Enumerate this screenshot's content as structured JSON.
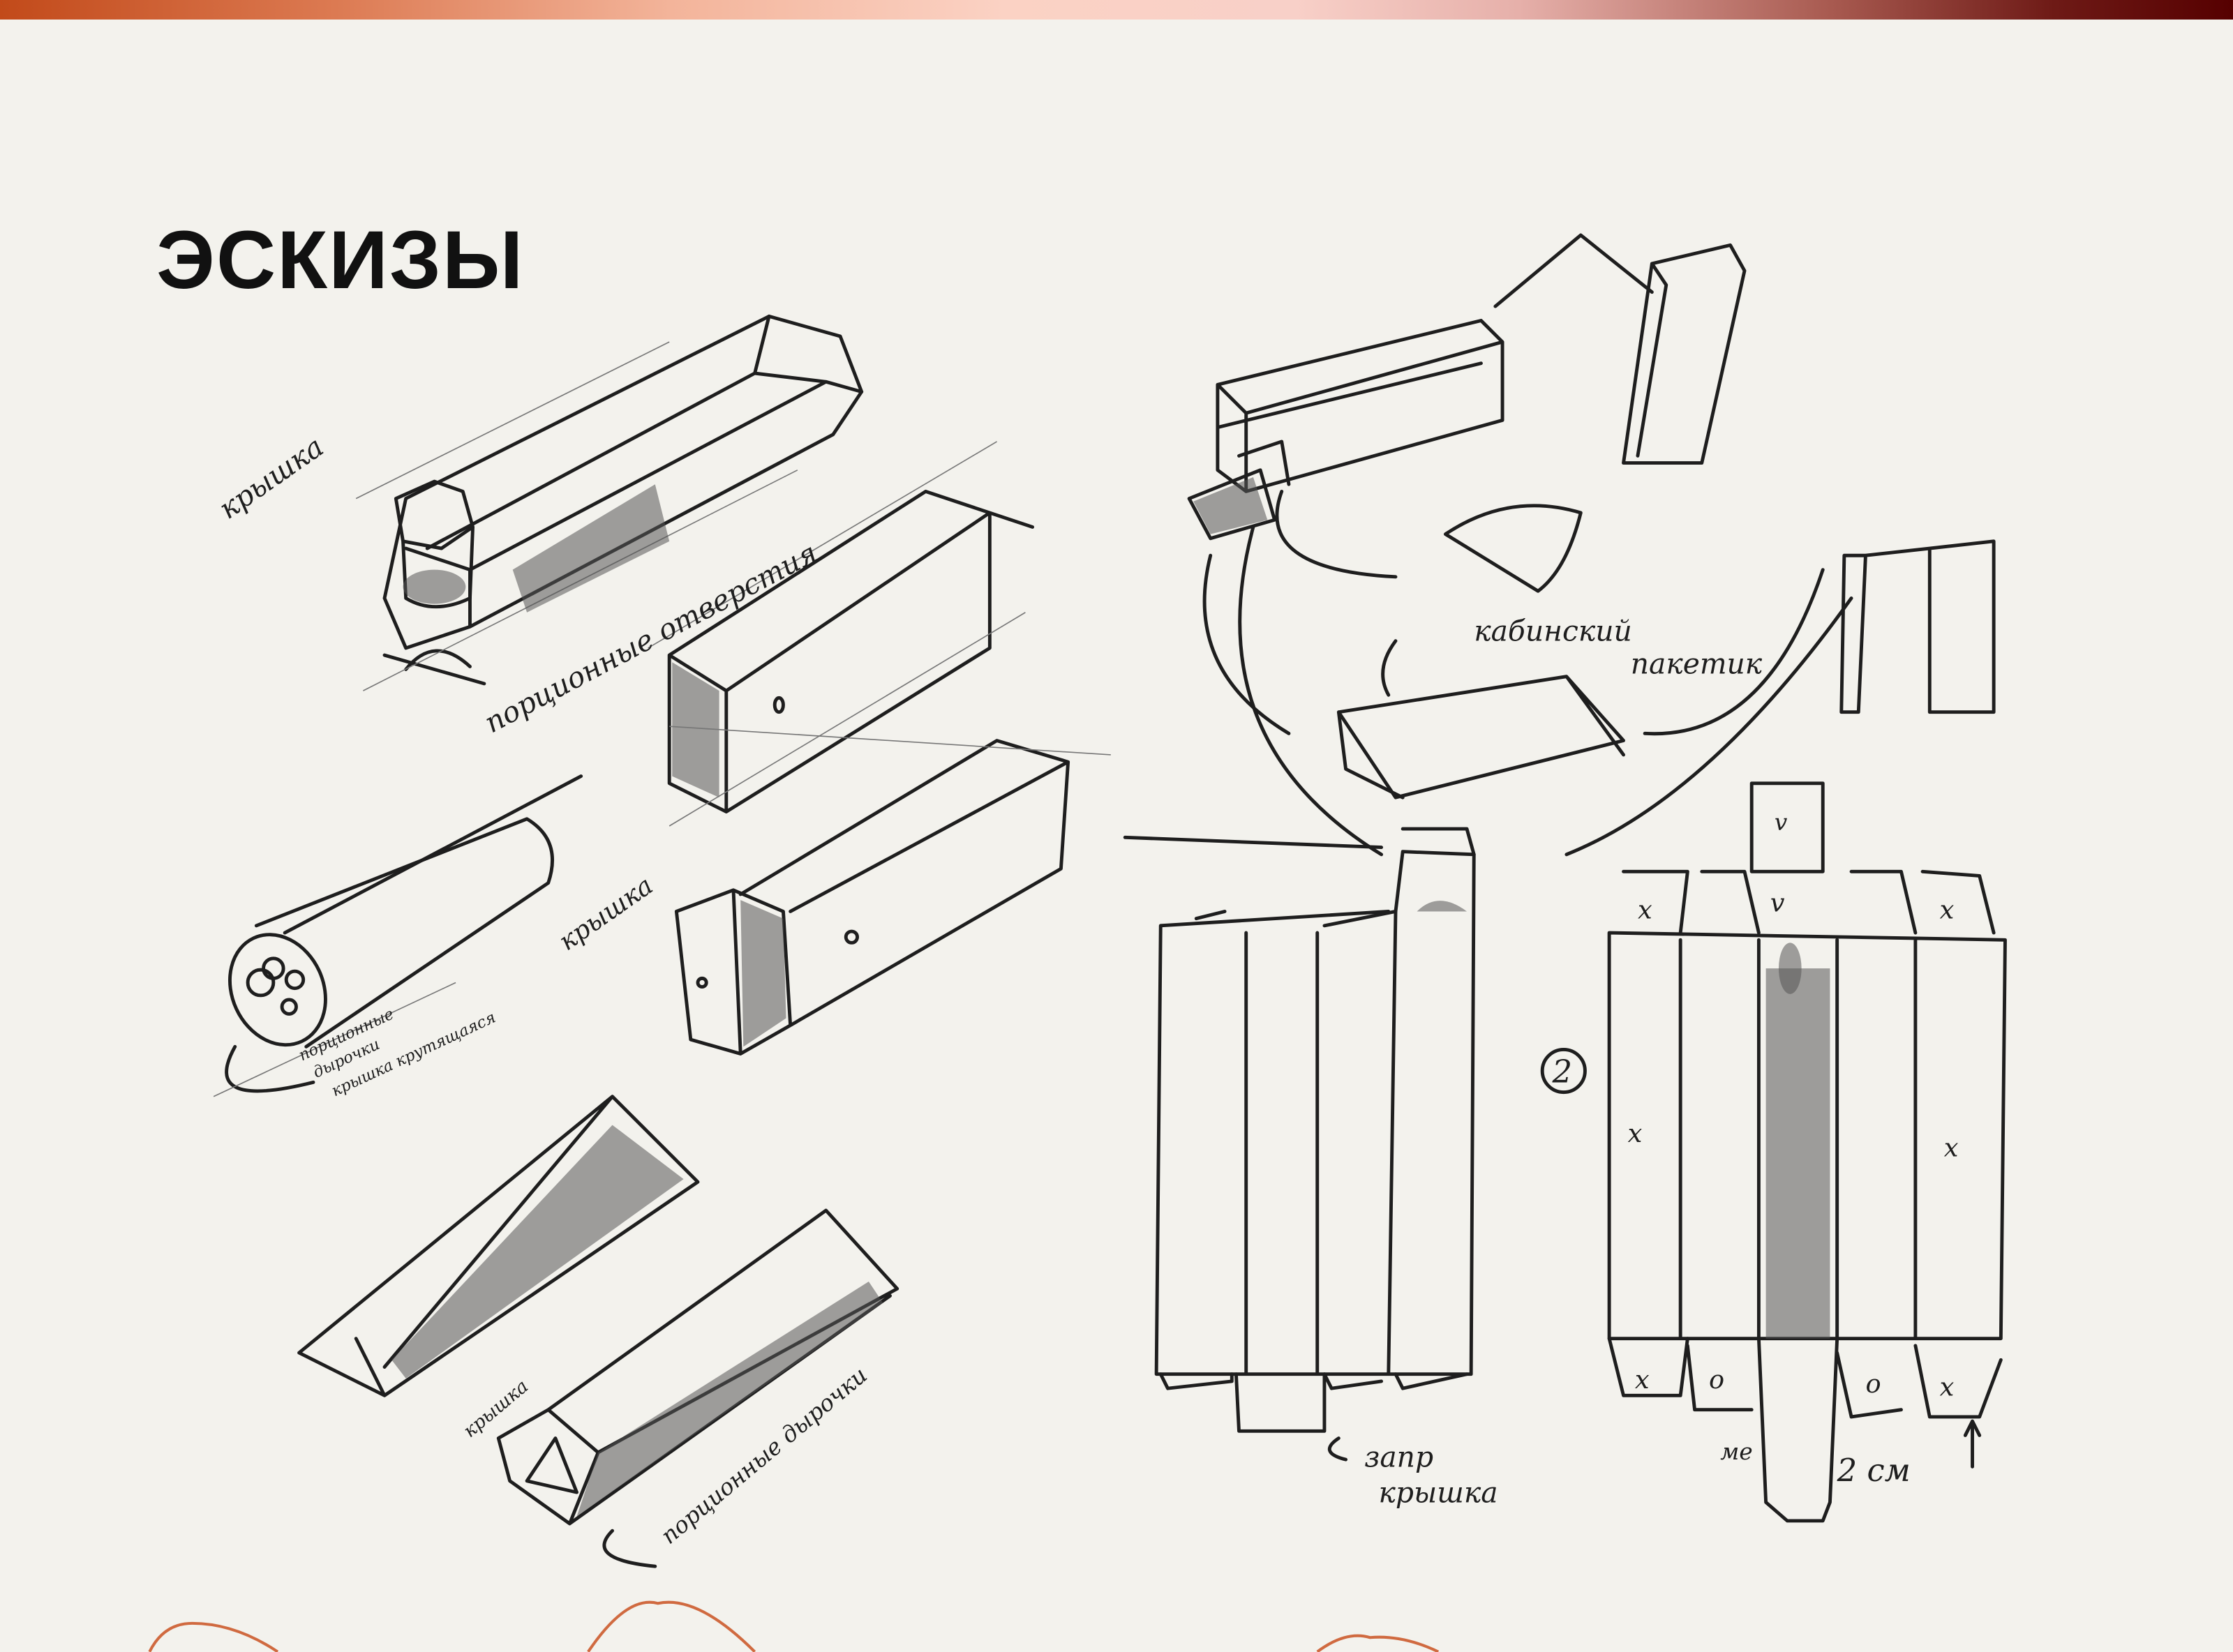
{
  "slide": {
    "title": "ЭСКИЗЫ"
  },
  "sketch_annotations": {
    "hex_lid": "крышка",
    "hex_holes": "порционные отверстия",
    "cyl_holes_1": "порционные",
    "cyl_holes_2": "дырочки",
    "cyl_lid": "крышка крутящаяся",
    "tri_cut_lid": "крышка",
    "tri_lid": "крышка",
    "tri_holes": "порционные дырочки",
    "bag_1": "кабинский",
    "bag_2": "пакетик",
    "net_number": "2",
    "net_lid_1": "запр",
    "net_lid_2": "крышка",
    "net_size": "2 см",
    "net_mark": "ме",
    "net_marks": [
      "x",
      "v",
      "o"
    ]
  },
  "colors": {
    "background": "#f3f2ed",
    "accent": "#d06a40",
    "accent_dark": "#560000"
  }
}
